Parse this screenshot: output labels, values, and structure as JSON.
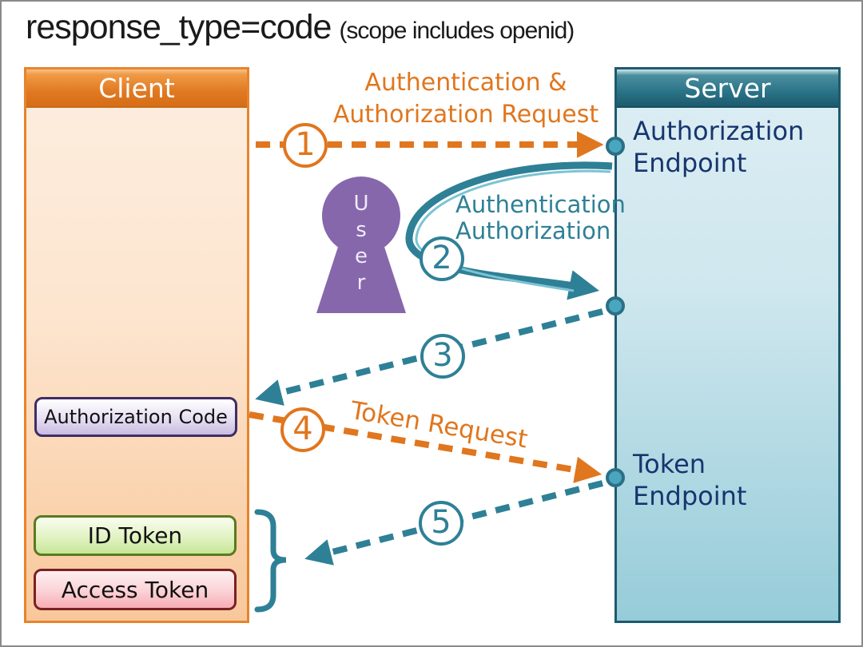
{
  "title": {
    "main": "response_type=code",
    "suffix": "(scope includes openid)"
  },
  "client": {
    "header": "Client",
    "authorization_code": "Authorization Code",
    "id_token": "ID Token",
    "access_token": "Access Token"
  },
  "server": {
    "header": "Server",
    "authorization_endpoint": "Authorization\nEndpoint",
    "token_endpoint": "Token\nEndpoint"
  },
  "user": {
    "letters": [
      "U",
      "s",
      "e",
      "r"
    ]
  },
  "steps": [
    {
      "num": "1",
      "label": "Authentication &\nAuthorization Request"
    },
    {
      "num": "2",
      "label": "Authentication\nAuthorization"
    },
    {
      "num": "3",
      "label": ""
    },
    {
      "num": "4",
      "label": "Token Request"
    },
    {
      "num": "5",
      "label": ""
    }
  ],
  "colors": {
    "orange": "#e0761e",
    "teal": "#2e8096",
    "navy_endpoint_text": "#17356e",
    "purple_user": "#8667ab",
    "client_border": "#e8832c",
    "server_border": "#1d5a6e",
    "dot_fill": "#4aa6bf"
  }
}
